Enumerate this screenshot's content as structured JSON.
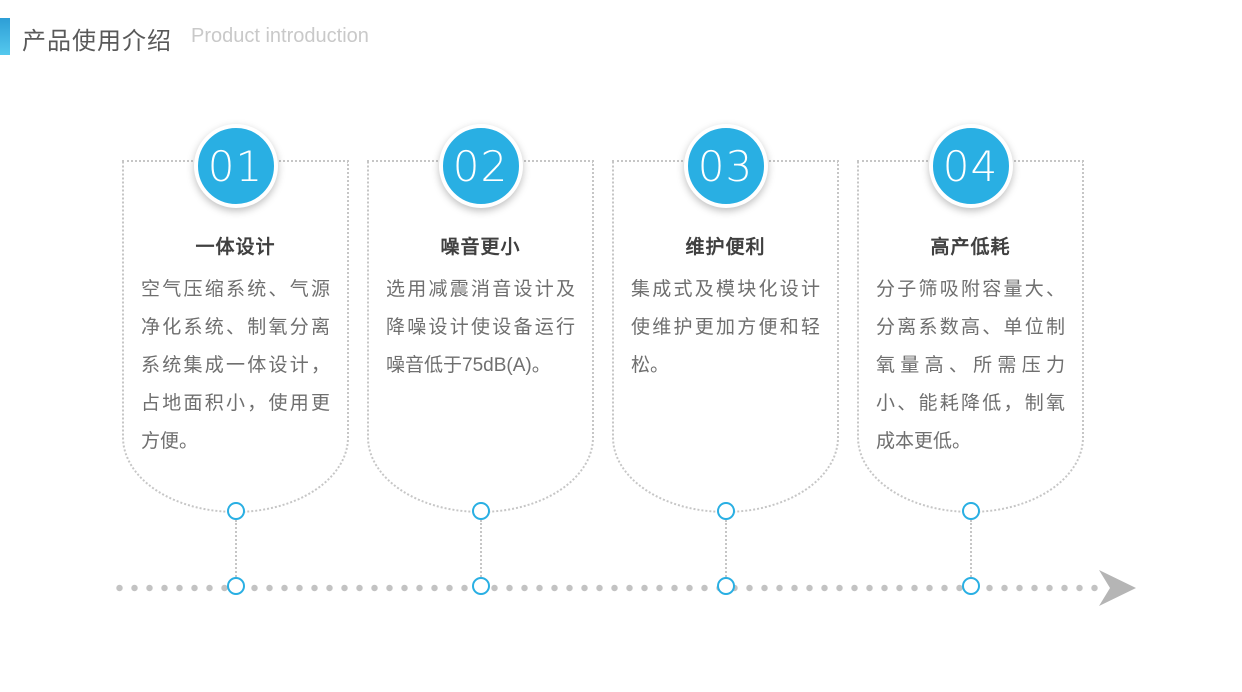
{
  "header": {
    "title_cn": "产品使用介绍",
    "title_en": "Product introduction"
  },
  "colors": {
    "slide_bg": "#ffffff",
    "accent": "#29afe3",
    "accent_grad_top": "#2d9ed6",
    "accent_grad_bottom": "#55c9ee",
    "dotted_border": "#c6c6c6",
    "title_text": "#595959",
    "subtitle_text": "#c9c9c9",
    "card_title_text": "#404040",
    "body_text": "#6f6f6f",
    "timeline_dot": "#c3c3c3",
    "arrow": "#b5b5b5"
  },
  "icons": {
    "timeline_arrow": "chevron-right-icon"
  },
  "cards": [
    {
      "number": "01",
      "title": "一体设计",
      "body": "空气压缩系统、气源净化系统、制氧分离系统集成一体设计，占地面积小，使用更方便。"
    },
    {
      "number": "02",
      "title": "噪音更小",
      "body": "选用减震消音设计及降噪设计使设备运行噪音低于75dB(A)。"
    },
    {
      "number": "03",
      "title": "维护便利",
      "body": "集成式及模块化设计使维护更加方便和轻松。"
    },
    {
      "number": "04",
      "title": "高产低耗",
      "body": "分子筛吸附容量大、分离系数高、单位制氧量高、所需压力小、能耗降低，制氧成本更低。"
    }
  ]
}
